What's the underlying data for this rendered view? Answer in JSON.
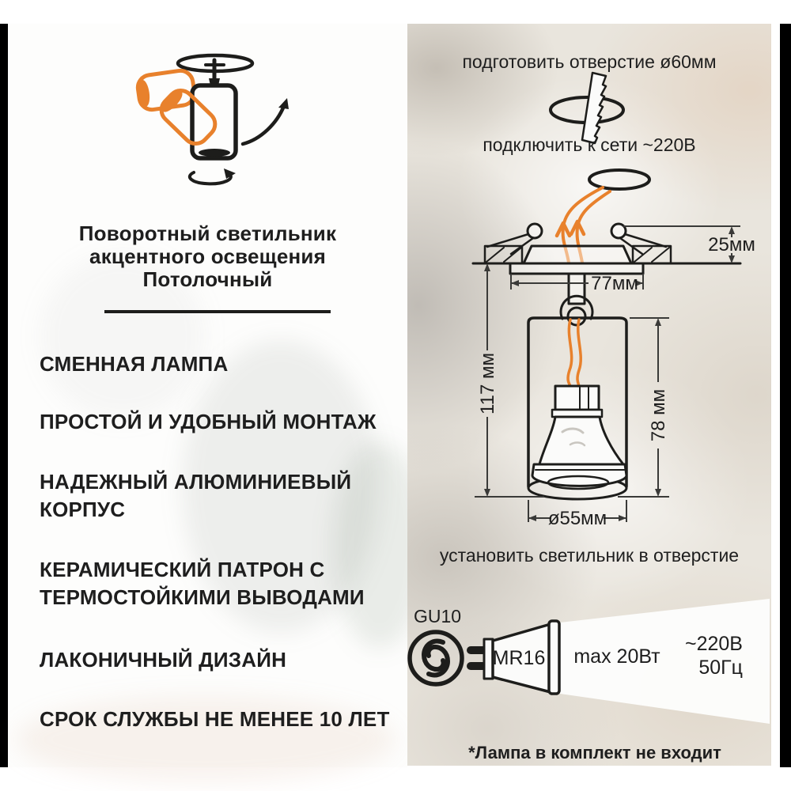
{
  "colors": {
    "accent": "#E8812C",
    "line": "#1D1D1B",
    "text": "#1E1E1E",
    "panel_base": "#E9E5DC",
    "frame": "#000000"
  },
  "product": {
    "title_line1": "Поворотный светильник",
    "title_line2": "акцентного освещения",
    "title_line3": "Потолочный"
  },
  "features": [
    "СМЕННАЯ ЛАМПА",
    "ПРОСТОЙ И УДОБНЫЙ МОНТАЖ",
    "НАДЕЖНЫЙ АЛЮМИНИЕВЫЙ\nКОРПУС",
    "КЕРАМИЧЕСКИЙ ПАТРОН С\nТЕРМОСТОЙКИМИ ВЫВОДАМИ",
    "ЛАКОНИЧНЫЙ ДИЗАЙН",
    "СРОК СЛУЖБЫ НЕ МЕНЕЕ 10 ЛЕТ"
  ],
  "installation": {
    "step1": "подготовить отверстие ø60мм",
    "step2": "подключить к сети ~220В",
    "step3": "установить светильник в отверстие"
  },
  "dimensions": {
    "recess_depth": "25мм",
    "flange_width": "77мм",
    "total_height": "117 мм",
    "body_height": "78 мм",
    "body_diameter": "ø55мм"
  },
  "specs": {
    "socket_label": "GU10",
    "lamp_label": "MR16",
    "max_power": "max 20Вт",
    "voltage": "~220В",
    "frequency": "50Гц",
    "note": "*Лампа в комплект не входит"
  }
}
